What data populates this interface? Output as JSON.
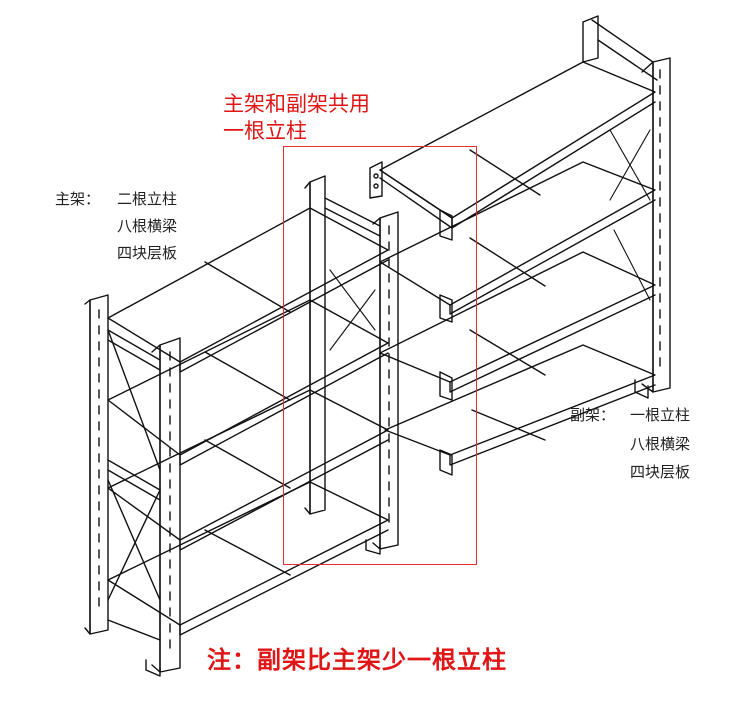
{
  "callout": {
    "line1": "主架和副架共用",
    "line2": "一根立柱"
  },
  "main_frame": {
    "title": "主架：",
    "lines": [
      "二根立柱",
      "八根横梁",
      "四块层板"
    ]
  },
  "sub_frame": {
    "title": "副架：",
    "lines": [
      "一根立柱",
      "八根横梁",
      "四块层板"
    ]
  },
  "note": "注：副架比主架少一根立柱",
  "colors": {
    "accent": "#e01515",
    "line": "#111111",
    "background": "#ffffff"
  }
}
